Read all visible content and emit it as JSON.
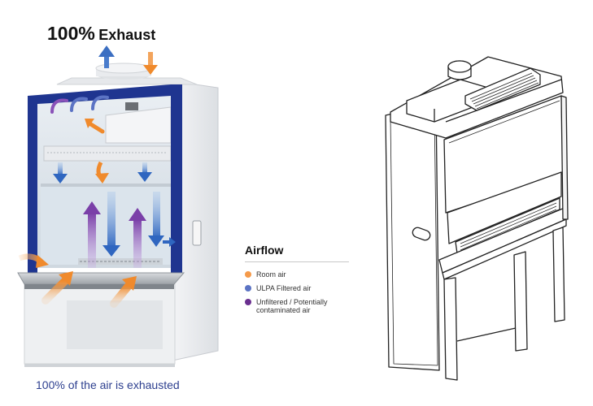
{
  "exhaust_title": {
    "percent": "100%",
    "word": "Exhaust"
  },
  "caption": "100% of the air is exhausted",
  "legend": {
    "title": "Airflow",
    "items": [
      {
        "label": "Room air",
        "color": "#f59a4a"
      },
      {
        "label": "ULPA Filtered air",
        "color": "#5b73c4"
      },
      {
        "label": "Unfiltered / Potentially contaminated air",
        "color": "#6a2f8f"
      }
    ]
  },
  "colors": {
    "frame_blue": "#1f3590",
    "room_air": "#f08a2c",
    "filtered_air": "#3c6fc2",
    "contaminated_air": "#7a3fa8"
  }
}
